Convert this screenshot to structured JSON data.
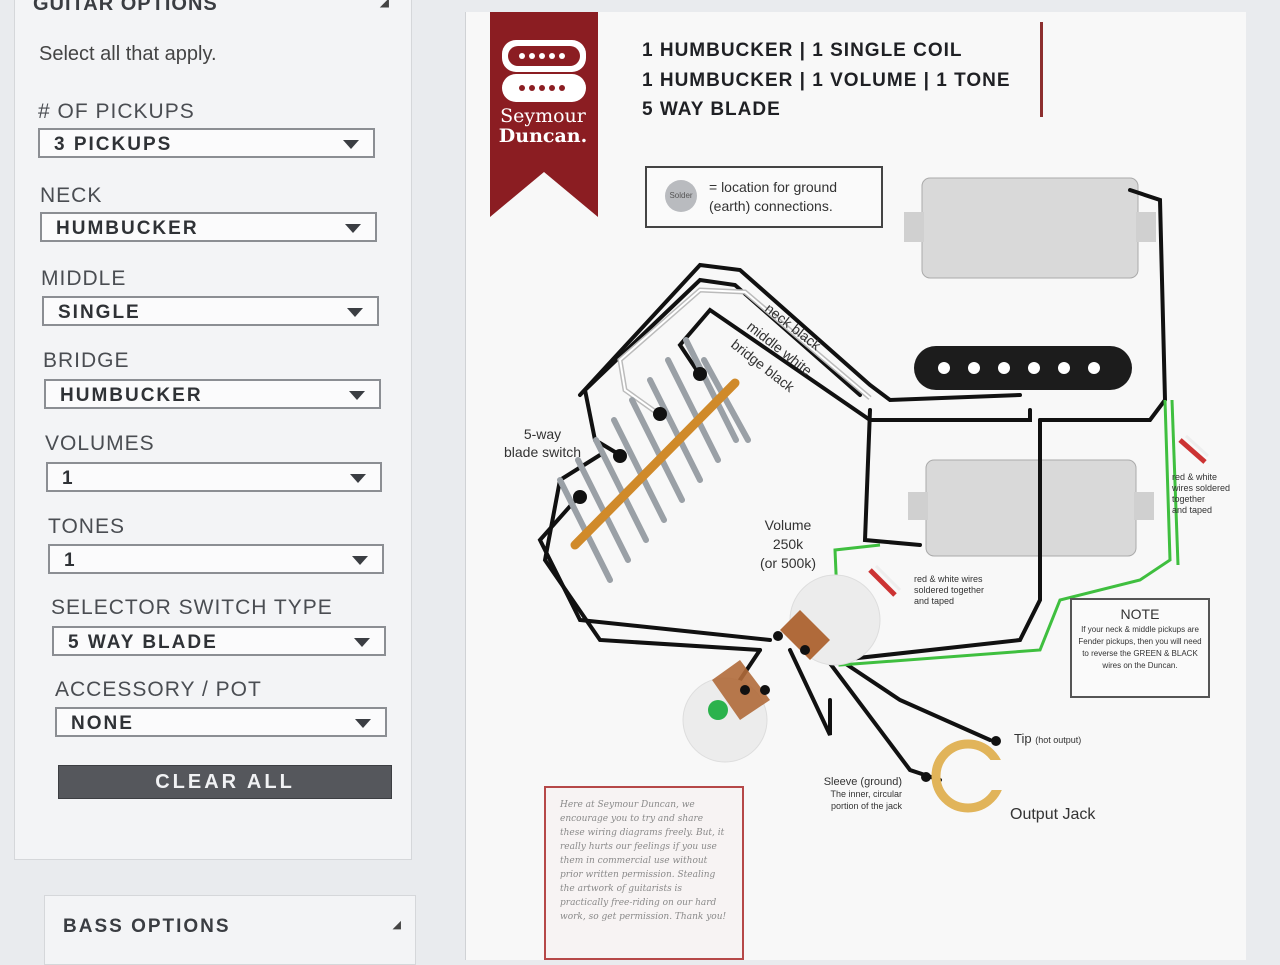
{
  "sidebar": {
    "title": "GUITAR OPTIONS",
    "subtitle": "Select all that apply.",
    "fields": [
      {
        "label": "# OF PICKUPS",
        "value": "3 PICKUPS"
      },
      {
        "label": "NECK",
        "value": "HUMBUCKER"
      },
      {
        "label": "MIDDLE",
        "value": "SINGLE"
      },
      {
        "label": "BRIDGE",
        "value": "HUMBUCKER"
      },
      {
        "label": "VOLUMES",
        "value": "1"
      },
      {
        "label": "TONES",
        "value": "1"
      },
      {
        "label": "SELECTOR SWITCH TYPE",
        "value": "5 WAY BLADE"
      },
      {
        "label": "ACCESSORY / POT",
        "value": "NONE"
      }
    ],
    "clear_label": "CLEAR ALL",
    "bass_title": "BASS OPTIONS"
  },
  "diagram": {
    "brand_line1": "Seymour",
    "brand_line2": "Duncan.",
    "spec_lines": [
      "1 HUMBUCKER | 1 SINGLE COIL",
      "1 HUMBUCKER | 1 VOLUME | 1 TONE",
      "5 WAY BLADE"
    ],
    "legend_dot": "Solder",
    "legend_line1": "= location for ground",
    "legend_line2": "(earth) connections.",
    "wire_neck": "neck black",
    "wire_middle": "middle white",
    "wire_bridge": "bridge black",
    "switch_label_1": "5-way",
    "switch_label_2": "blade switch",
    "volume_1": "Volume",
    "volume_2": "250k",
    "volume_3": "(or 500k)",
    "rw_top": [
      "red & white",
      "wires soldered",
      "together",
      "and taped"
    ],
    "rw_bottom": [
      "red & white wires",
      "soldered together",
      "and taped"
    ],
    "note_title": "NOTE",
    "note_body": "If your neck & middle pickups are Fender pickups, then you will need to reverse the GREEN & BLACK wires on the Duncan.",
    "tip_label": "Tip",
    "tip_sub": "(hot output)",
    "sleeve_1": "Sleeve (ground)",
    "sleeve_2": "The inner, circular",
    "sleeve_3": "portion of the jack",
    "output_jack": "Output Jack",
    "promo_text": "Here at Seymour Duncan, we encourage you to try and share these wiring diagrams freely. But, it really hurts our feelings if you use them in commercial use without prior written permission. Stealing the artwork of guitarists is practically free-riding on our hard work, so get permission. Thank you!"
  },
  "colors": {
    "brand_red": "#8b1d22",
    "switch_bar": "#d08a2a",
    "wire_green": "#3fbf3f",
    "wire_black": "#111111",
    "jack_gold": "#e1b45a"
  }
}
